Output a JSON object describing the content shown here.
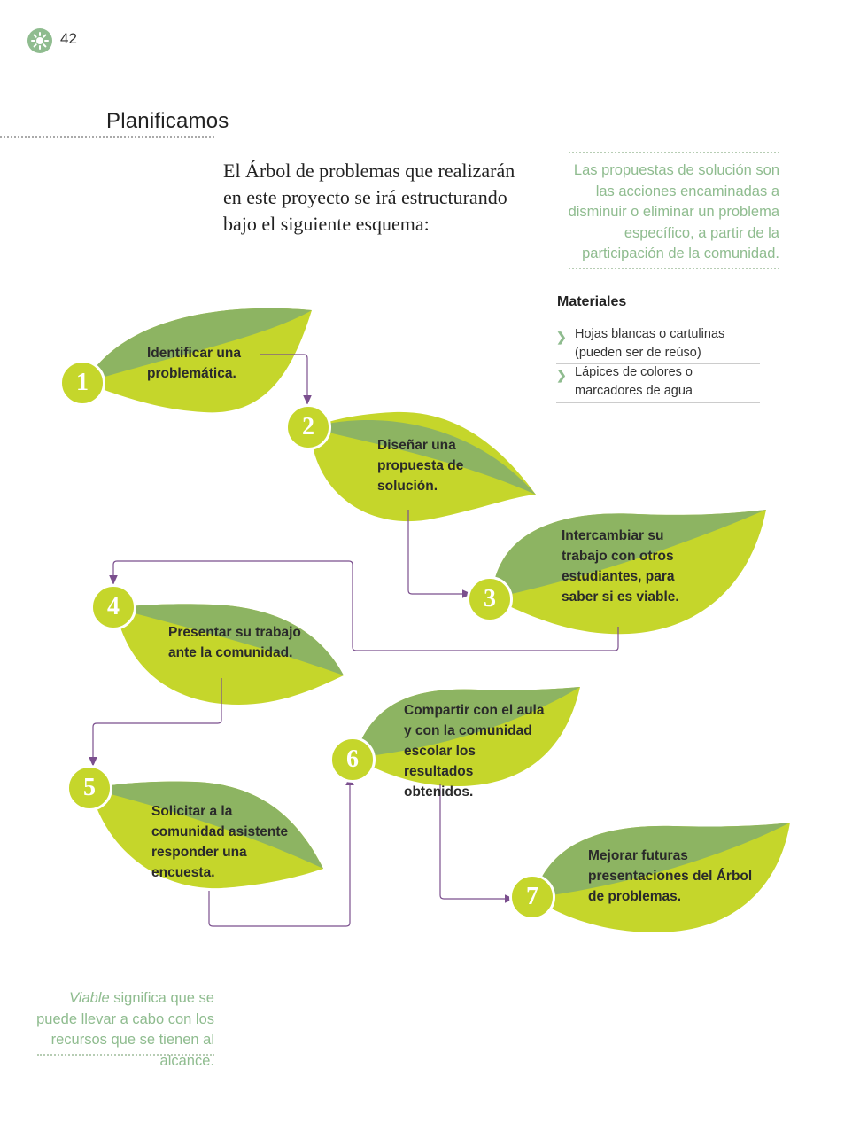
{
  "header": {
    "page_number": "42",
    "icon": "gear-icon"
  },
  "section": {
    "title": "Planificamos"
  },
  "intro": {
    "text": "El Árbol de problemas que realizarán en este proyecto se irá estructurando bajo el siguiente esquema:"
  },
  "side_note": {
    "text": "Las propuestas de solución son las acciones encaminadas a disminuir o eliminar un problema específico, a partir de la participación de la comunidad."
  },
  "materials": {
    "title": "Materiales",
    "items": [
      "Hojas blancas o cartulinas (pueden ser de reúso)",
      "Lápices de colores o marcadores de agua"
    ]
  },
  "steps": [
    {
      "number": "1",
      "text": "Identificar una problemática."
    },
    {
      "number": "2",
      "text": "Diseñar una propuesta de solución."
    },
    {
      "number": "3",
      "text": "Intercambiar su trabajo con otros estudiantes, para saber si es viable."
    },
    {
      "number": "4",
      "text": "Presentar su trabajo ante la comunidad."
    },
    {
      "number": "5",
      "text": "Solicitar a la comunidad asistente responder una encuesta."
    },
    {
      "number": "6",
      "text": "Compartir con el aula y con la comunidad escolar los resultados obtenidos."
    },
    {
      "number": "7",
      "text": "Mejorar futuras presentaciones del Árbol de problemas."
    }
  ],
  "bottom_note": {
    "term": "Viable",
    "text": "significa que se puede llevar a cabo con los recursos que se tienen al alcance."
  },
  "colors": {
    "leaf_light": "#c5d62b",
    "leaf_dark": "#8db462",
    "accent": "#8fbc8f",
    "arrow": "#7b4f8e"
  }
}
